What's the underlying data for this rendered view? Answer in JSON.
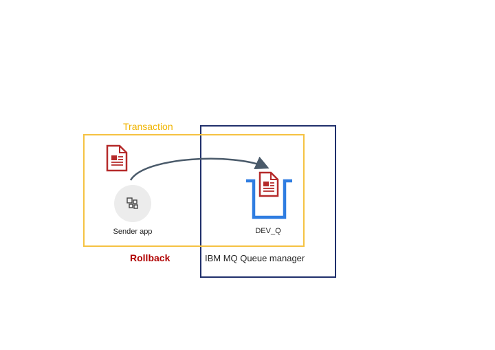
{
  "diagram": {
    "transaction_label": "Transaction",
    "rollback_label": "Rollback",
    "queue_manager_label": "IBM MQ Queue manager",
    "sender_label": "Sender app",
    "queue_label": "DEV_Q"
  },
  "colors": {
    "transaction": "#f5c242",
    "queue_manager": "#1f2f6b",
    "rollback": "#b00000",
    "queue": "#2f7de1",
    "message": "#b52a2a",
    "arrow": "#4a5a6a"
  },
  "icons": {
    "message": "document-icon",
    "sender": "app-icon",
    "queue": "queue-bucket-icon"
  }
}
